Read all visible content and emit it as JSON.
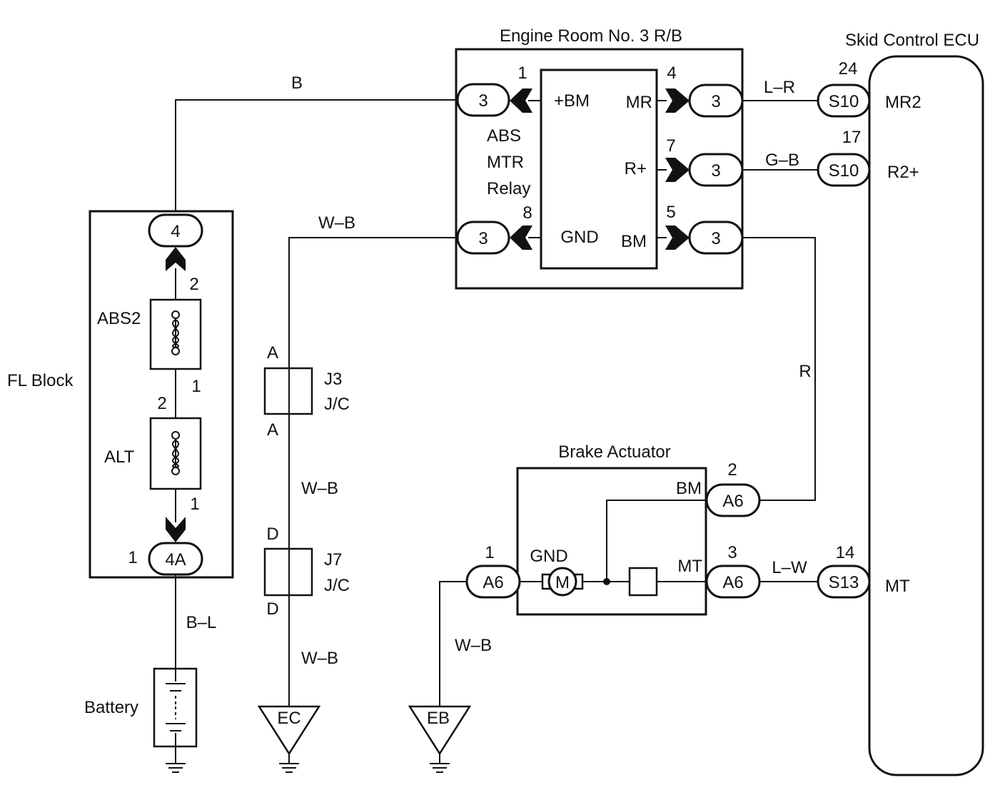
{
  "components": {
    "engine_room_rb": {
      "title": "Engine Room No. 3 R/B",
      "relay": [
        "ABS",
        "MTR",
        "Relay"
      ]
    },
    "skid_ecu": {
      "title": "Skid Control ECU"
    },
    "fl_block": {
      "title": "FL Block"
    },
    "brake_actuator": {
      "title": "Brake Actuator",
      "motor": "M"
    },
    "battery": {
      "title": "Battery"
    },
    "jc_j3": {
      "name": "J3",
      "sub": "J/C",
      "pin_top": "A",
      "pin_bot": "A"
    },
    "jc_j7": {
      "name": "J7",
      "sub": "J/C",
      "pin_top": "D",
      "pin_bot": "D"
    },
    "ground_ec": "EC",
    "ground_eb": "EB"
  },
  "relay_terminals": {
    "bm_plus": {
      "pin": "1",
      "label": "+BM",
      "connector": "3"
    },
    "mr": {
      "pin": "4",
      "label": "MR",
      "connector": "3"
    },
    "r_plus": {
      "pin": "7",
      "label": "R+",
      "connector": "3"
    },
    "gnd": {
      "pin": "8",
      "label": "GND",
      "connector": "3"
    },
    "bm": {
      "pin": "5",
      "label": "BM",
      "connector": "3"
    }
  },
  "ecu_terminals": {
    "mr2": {
      "pin": "24",
      "connector": "S10",
      "label": "MR2"
    },
    "r2_plus": {
      "pin": "17",
      "connector": "S10",
      "label": "R2+"
    },
    "mt": {
      "pin": "14",
      "connector": "S13",
      "label": "MT"
    }
  },
  "fl_block_parts": {
    "top_connector": "4",
    "fuse_abs2": {
      "label": "ABS2",
      "pin_top": "2",
      "pin_bot": "1"
    },
    "fuse_alt": {
      "label": "ALT",
      "pin_top": "2",
      "pin_bot": "1"
    },
    "bottom_connector": "4A",
    "bottom_pin": "1"
  },
  "actuator_terminals": {
    "bm": {
      "pin": "2",
      "connector": "A6",
      "label": "BM"
    },
    "mt": {
      "pin": "3",
      "connector": "A6",
      "label": "MT"
    },
    "gnd": {
      "pin": "1",
      "connector": "A6",
      "label": "GND"
    }
  },
  "wires": {
    "fl_to_relay": "B",
    "relay_gnd": "W–B",
    "mr_to_mr2": "L–R",
    "rplus_to_r2plus": "G–B",
    "bm_to_actuator": "R",
    "mt_to_ecu": "L–W",
    "battery_to_fl": "B–L",
    "j3_to_j7": "W–B",
    "j7_to_ec": "W–B",
    "actuator_to_eb": "W–B"
  }
}
